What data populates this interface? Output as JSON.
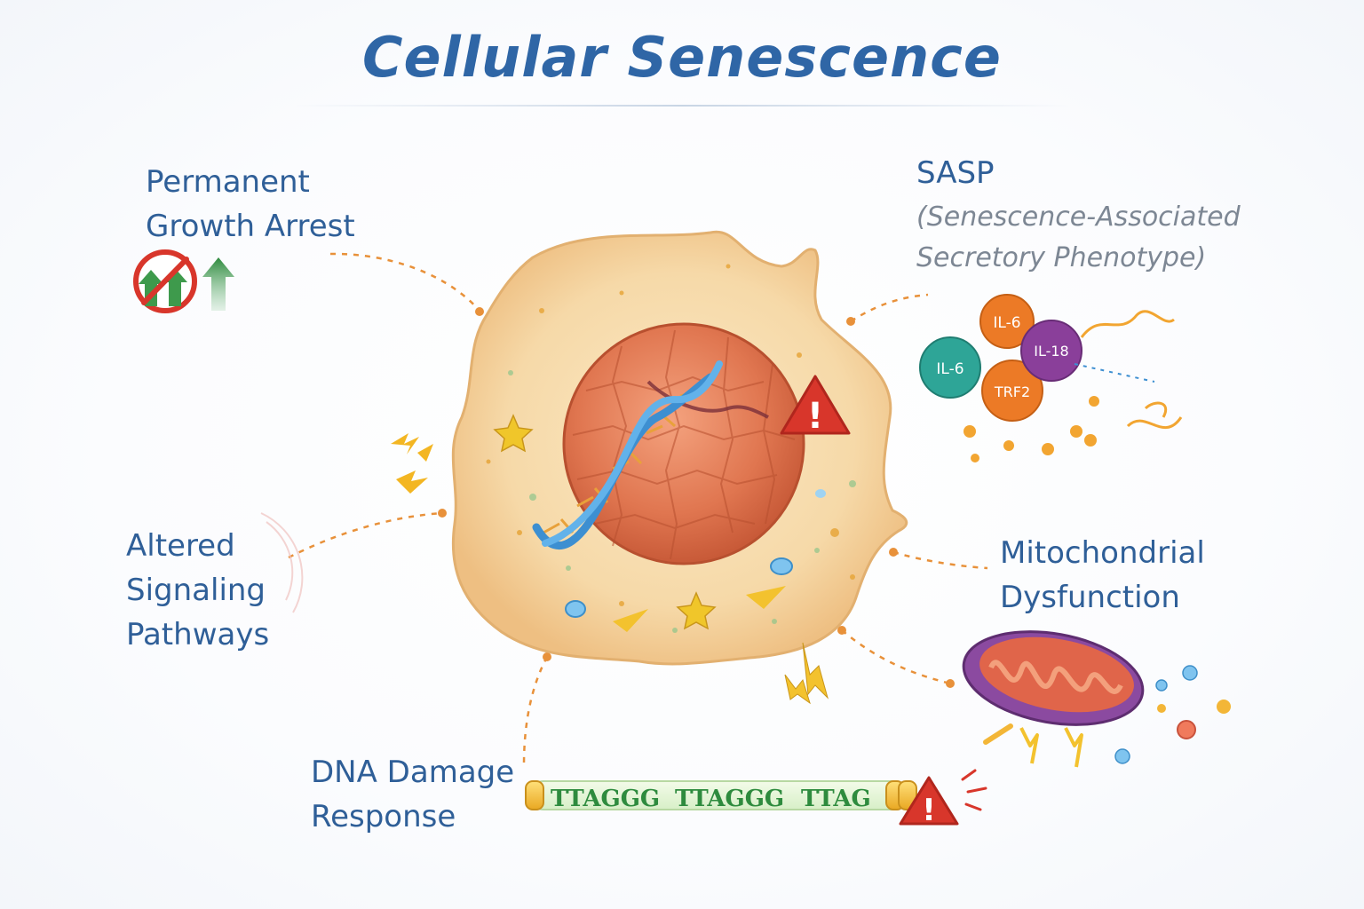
{
  "title": "Cellular Senescence",
  "labels": {
    "growth_arrest": [
      "Permanent",
      "Growth Arrest"
    ],
    "sasp": "SASP",
    "sasp_full": [
      "(Senescence-Associated",
      "Secretory Phenotype)"
    ],
    "altered_signaling": [
      "Altered",
      "Signaling",
      "Pathways"
    ],
    "mitochondrial": [
      "Mitochondrial",
      "Dysfunction"
    ],
    "dna_damage": [
      "DNA Damage",
      "Response"
    ]
  },
  "sasp_factors": [
    "IL-6",
    "IL-18",
    "IL-6",
    "TRF2"
  ],
  "telomere_repeats": [
    "TTAGGG",
    "TTAGGG",
    "TTAG"
  ],
  "warning_glyph": "!",
  "icons": [
    "no-growth-icon",
    "growth-arrow-icon",
    "warning-icon",
    "dna-helix-icon",
    "mitochondrion-icon",
    "lightning-icon"
  ],
  "colors": {
    "title": "#2f66a6",
    "label": "#2f5f98",
    "connector": "#e8913a",
    "cytoplasm": "#f7dcae",
    "nucleus": "#e0754f",
    "dna": "#3d8fd1",
    "warning": "#d8362b",
    "mitochondrion_outer": "#8b4aa0",
    "mitochondrion_inner": "#e0654a",
    "telomere_text": "#2e8b3e",
    "il6_orange": "#ec7a26",
    "il6_teal": "#2ea597",
    "il18_purple": "#8a3f9a"
  }
}
